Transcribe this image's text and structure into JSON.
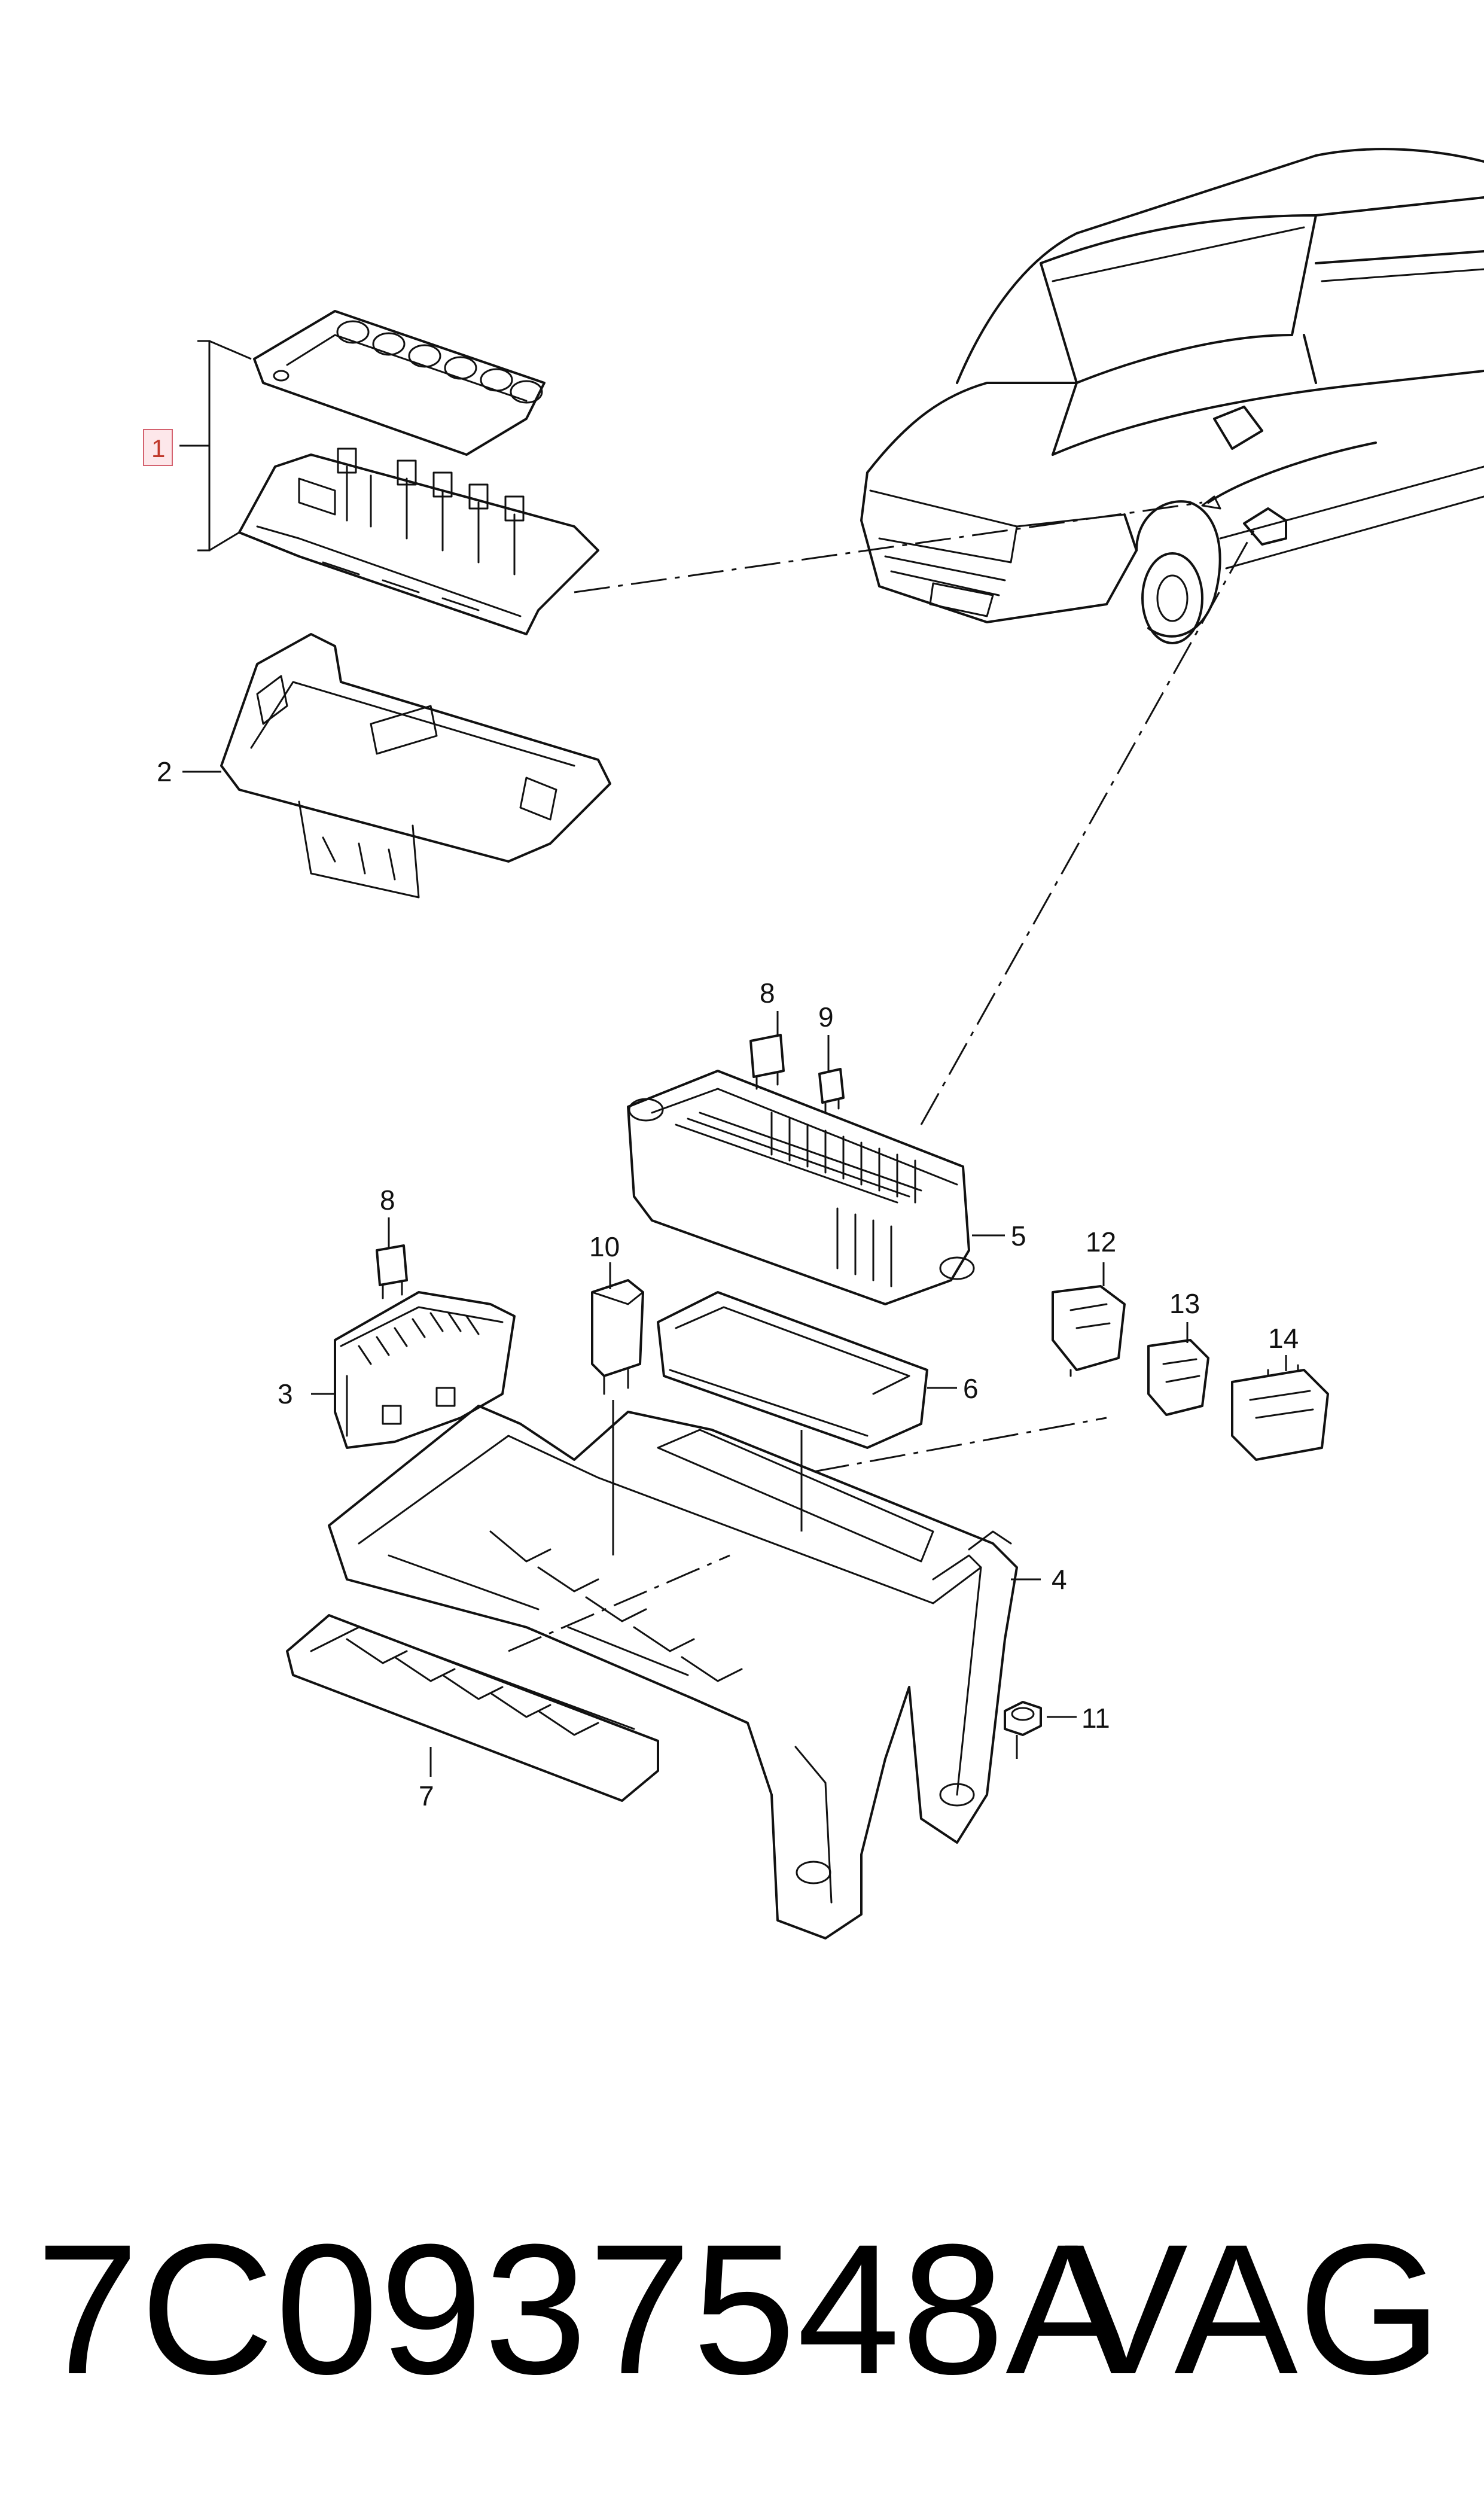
{
  "callouts": {
    "c1": "1",
    "c2": "2",
    "c3": "3",
    "c4": "4",
    "c5": "5",
    "c6": "6",
    "c7": "7",
    "c8a": "8",
    "c8b": "8",
    "c9": "9",
    "c10": "10",
    "c11": "11",
    "c12": "12",
    "c13": "13",
    "c14": "14"
  },
  "footer": {
    "part_number": "7C0937548A",
    "brand": "VAG"
  },
  "colors": {
    "line": "#111111",
    "highlight_box_fill": "#fde7ea",
    "highlight_box_stroke": "#d4626f",
    "highlight_text": "#c0392b"
  }
}
